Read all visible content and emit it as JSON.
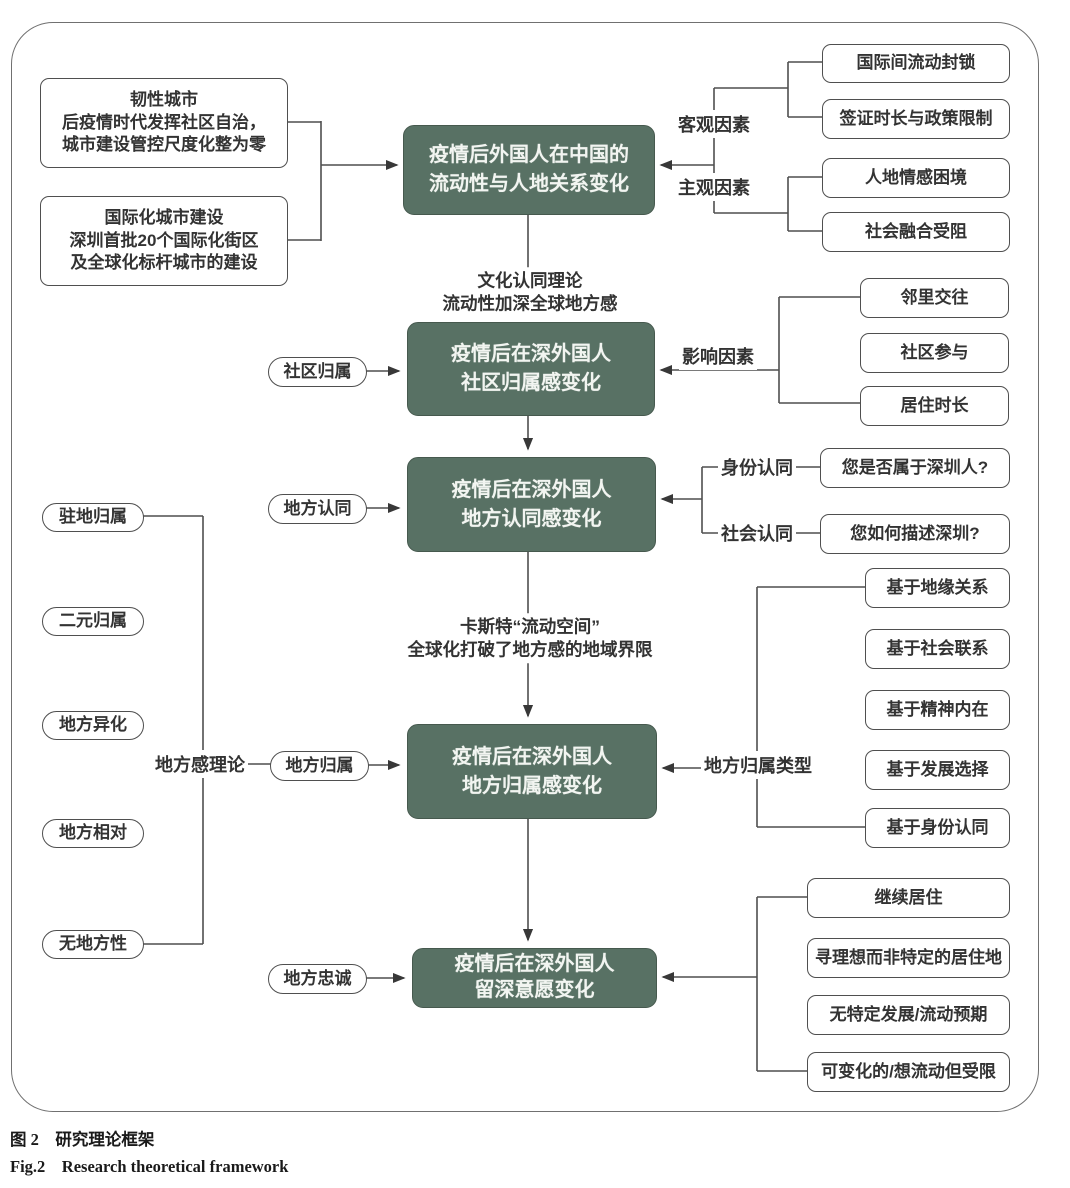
{
  "left_inputs": {
    "resilient_city": "韧性城市\n后疫情时代发挥社区自治，\n城市建设管控尺度化整为零",
    "international_city": "国际化城市建设\n深圳首批20个国际化街区\n及全球化标杆城市的建设"
  },
  "main_flow": {
    "node1": "疫情后外国人在中国的\n流动性与人地关系变化",
    "node2": "疫情后在深外国人\n社区归属感变化",
    "node3": "疫情后在深外国人\n地方认同感变化",
    "node4": "疫情后在深外国人\n地方归属感变化",
    "node5": "疫情后在深外国人\n留深意愿变化"
  },
  "annotations": {
    "cultural_identity": "文化认同理论\n流动性加深全球地方感",
    "castells": "卡斯特“流动空间”\n全球化打破了地方感的地域界限"
  },
  "concept_pills": {
    "community_attachment": "社区归属",
    "place_identity": "地方认同",
    "place_attachment": "地方归属",
    "place_loyalty": "地方忠诚"
  },
  "sense_of_place": {
    "theory_label": "地方感理论",
    "types": [
      "驻地归属",
      "二元归属",
      "地方异化",
      "地方相对",
      "无地方性"
    ]
  },
  "factor_groups": {
    "mobility": {
      "objective_label": "客观因素",
      "subjective_label": "主观因素",
      "objective_items": [
        "国际间流动封锁",
        "签证时长与政策限制"
      ],
      "subjective_items": [
        "人地情感困境",
        "社会融合受阻"
      ]
    },
    "community": {
      "label": "影响因素",
      "items": [
        "邻里交往",
        "社区参与",
        "居住时长"
      ]
    },
    "identity": {
      "identity_label": "身份认同",
      "social_label": "社会认同",
      "identity_question": "您是否属于深圳人?",
      "social_question": "您如何描述深圳?"
    },
    "attachment": {
      "label": "地方归属类型",
      "items": [
        "基于地缘关系",
        "基于社会联系",
        "基于精神内在",
        "基于发展选择",
        "基于身份认同"
      ]
    },
    "loyalty": {
      "items": [
        "继续居住",
        "寻理想而非特定的居住地",
        "无特定发展/流动预期",
        "可变化的/想流动但受限"
      ]
    }
  },
  "caption": {
    "zh": "图 2　研究理论框架",
    "en": "Fig.2　Research theoretical framework"
  },
  "colors": {
    "node_green": "#587164",
    "line": "#4f4f4f",
    "text": "#333333"
  }
}
